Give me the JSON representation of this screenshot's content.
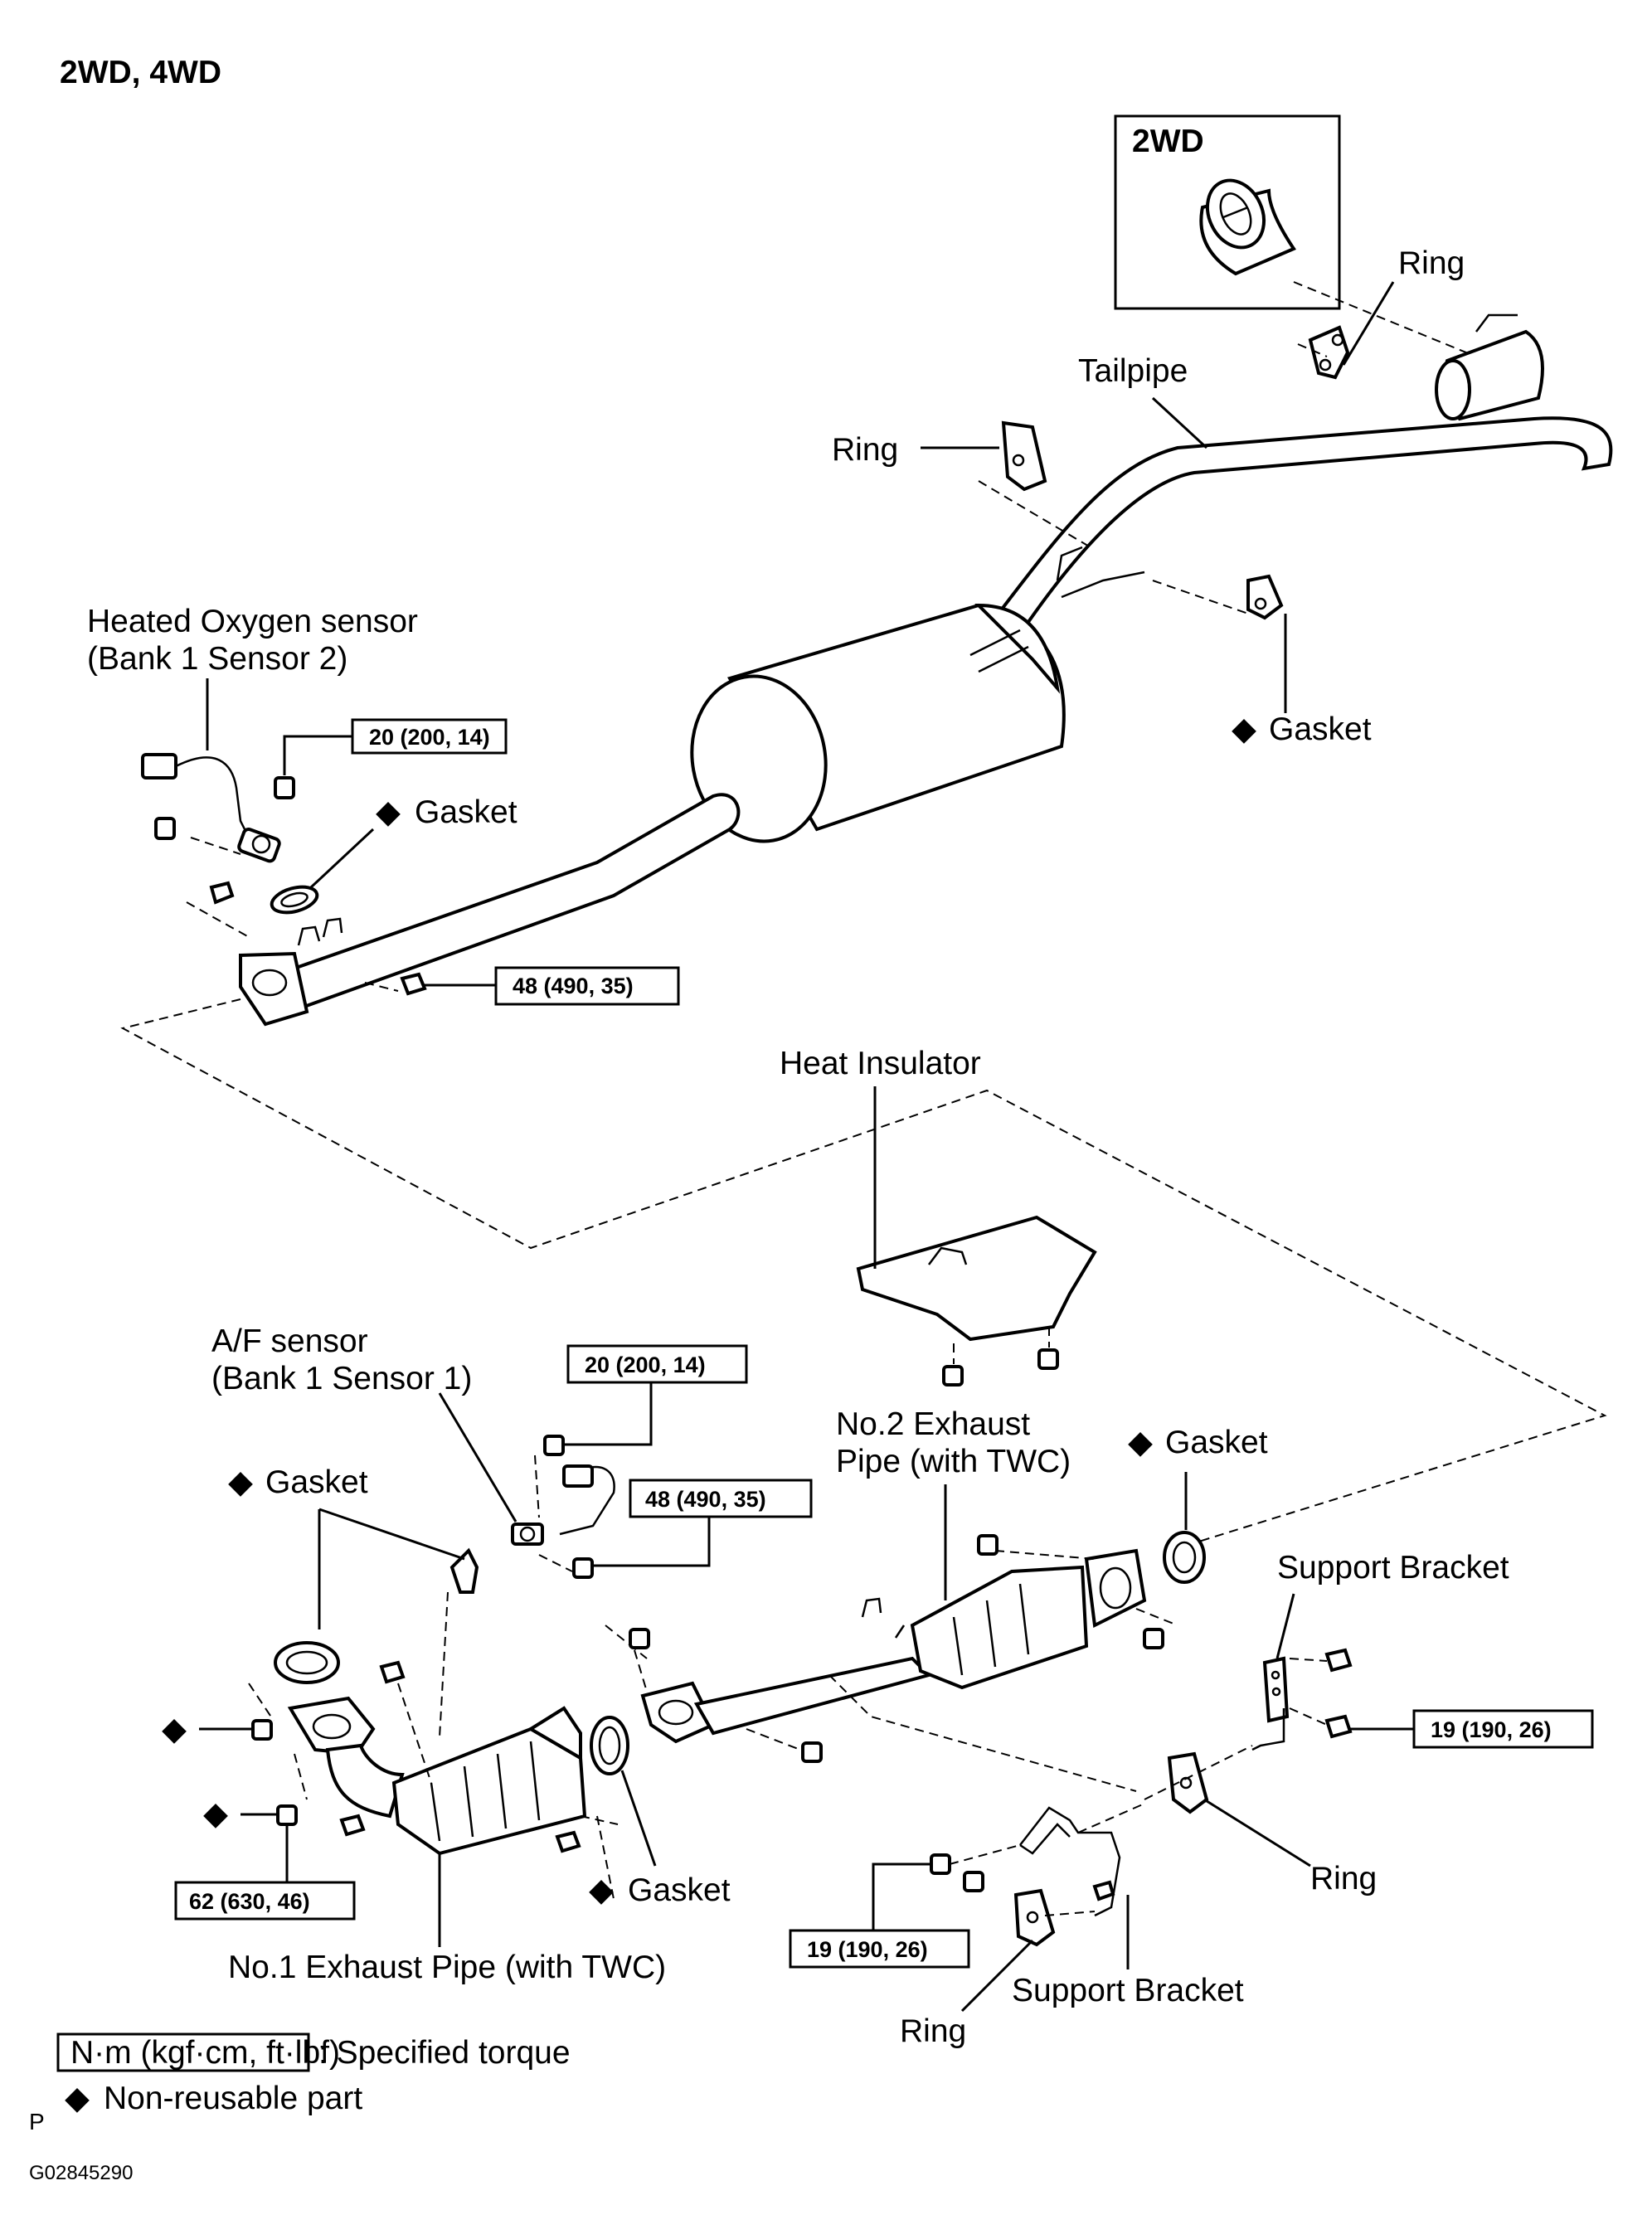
{
  "header": {
    "title": "2WD, 4WD"
  },
  "inset": {
    "title": "2WD"
  },
  "labels": {
    "ring_top": "Ring",
    "tailpipe": "Tailpipe",
    "ring_mid": "Ring",
    "ho2s_line1": "Heated Oxygen sensor",
    "ho2s_line2": "(Bank 1 Sensor 2)",
    "gasket_right": "Gasket",
    "gasket_ho2s": "Gasket",
    "heat_insulator": "Heat Insulator",
    "af_line1": "A/F sensor",
    "af_line2": "(Bank 1 Sensor 1)",
    "no2_line1": "No.2 Exhaust",
    "no2_line2": "Pipe (with TWC)",
    "gasket_no2": "Gasket",
    "gasket_left": "Gasket",
    "support_bracket_right": "Support Bracket",
    "gasket_center": "Gasket",
    "ring_right": "Ring",
    "no1_pipe": "No.1 Exhaust Pipe (with TWC)",
    "support_bracket_bottom": "Support Bracket",
    "ring_bottom": "Ring"
  },
  "torques": {
    "ho2s": "20 (200, 14)",
    "front_pipe": "48 (490, 35)",
    "af_sensor": "20 (200, 14)",
    "af_flange": "48 (490, 35)",
    "bracket_right": "19 (190, 26)",
    "manifold": "62 (630, 46)",
    "bracket_bottom": "19 (190, 26)"
  },
  "legend": {
    "unit": "N·m (kgf·cm, ft·lbf)",
    "unit_desc": ": Specified torque",
    "diamond_desc": "Non-reusable part"
  },
  "footer": {
    "mark": "P",
    "code": "G02845290"
  },
  "symbols": {
    "non_reusable": "◆"
  }
}
